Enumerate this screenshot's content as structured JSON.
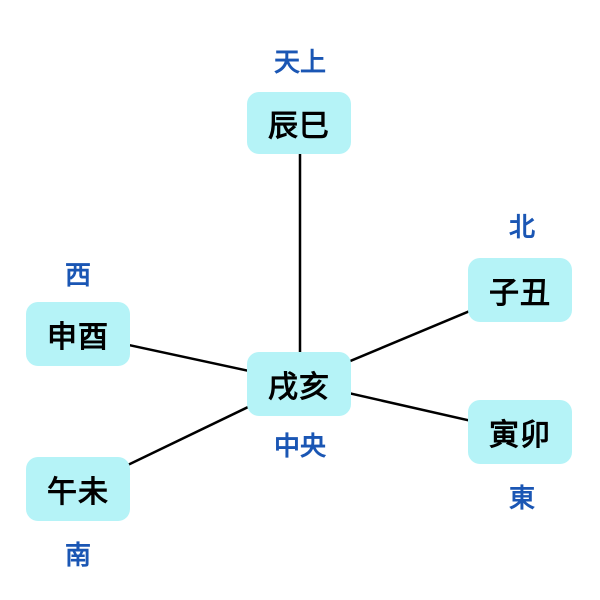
{
  "colors": {
    "node_fill": "#b5f3f7",
    "node_text": "#000000",
    "direction_text": "#1a56b4",
    "edge": "#000000"
  },
  "nodes": {
    "center": {
      "label": "戌亥",
      "direction": "中央"
    },
    "top": {
      "label": "辰巳",
      "direction": "天上"
    },
    "right_upper": {
      "label": "子丑",
      "direction": "北"
    },
    "right_lower": {
      "label": "寅卯",
      "direction": "東"
    },
    "left_upper": {
      "label": "申酉",
      "direction": "西"
    },
    "left_lower": {
      "label": "午未",
      "direction": "南"
    }
  },
  "edges": [
    {
      "from": "center",
      "to": "top"
    },
    {
      "from": "center",
      "to": "right_upper"
    },
    {
      "from": "center",
      "to": "right_lower"
    },
    {
      "from": "center",
      "to": "left_upper"
    },
    {
      "from": "center",
      "to": "left_lower"
    }
  ]
}
